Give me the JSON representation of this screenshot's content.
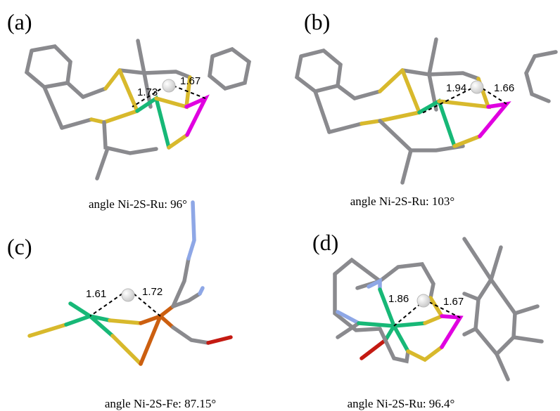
{
  "panels": [
    {
      "letter": "(a)",
      "distances": [
        "1.73",
        "1.67"
      ],
      "caption": "angle Ni-2S-Ru: 96°"
    },
    {
      "letter": "(b)",
      "distances": [
        "1.94",
        "1.66"
      ],
      "caption": "angle Ni-2S-Ru: 103°"
    },
    {
      "letter": "(c)",
      "distances": [
        "1.61",
        "1.72"
      ],
      "caption": "angle Ni-2S-Fe: 87.15°"
    },
    {
      "letter": "(d)",
      "distances": [
        "1.86",
        "1.67"
      ],
      "caption": "angle Ni-2S-Ru: 96.4°"
    }
  ],
  "colors": {
    "carbon": "#8a8a8e",
    "sulfur": "#d8b92c",
    "nickel": "#17b877",
    "ruthenium": "#e000e0",
    "iron": "#cc5f10",
    "nitrogen": "#8ea7e6",
    "oxygen": "#c41a12",
    "hydride": "#f4f4f4"
  }
}
